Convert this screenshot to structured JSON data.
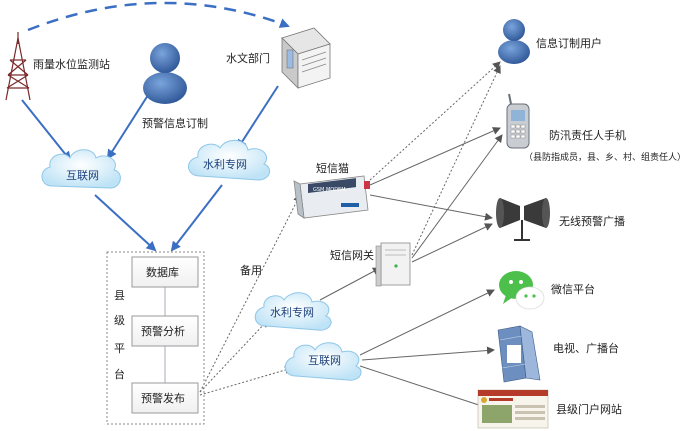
{
  "nodes": {
    "rain_station": "雨量水位监测站",
    "hydrology_dept": "水文部门",
    "warning_subscription": "预警信息订制",
    "internet_top": "互联网",
    "water_net_top": "水利专网",
    "county_platform": [
      "县",
      "级",
      "平",
      "台"
    ],
    "database": "数据库",
    "warning_analysis": "预警分析",
    "warning_publish": "预警发布",
    "backup": "备用",
    "sms_cat": "短信猫",
    "sms_gateway": "短信网关",
    "water_net_mid": "水利专网",
    "internet_mid": "互联网",
    "subscriber": "信息订制用户",
    "flood_phone": "防汛责任人手机",
    "flood_phone_note": "（县防指成员，县、乡、村、组责任人）",
    "wireless_broadcast": "无线预警广播",
    "wechat": "微信平台",
    "tv_radio": "电视、广播台",
    "county_portal": "县级门户网站",
    "modem_brand": "GSM MODEM"
  }
}
